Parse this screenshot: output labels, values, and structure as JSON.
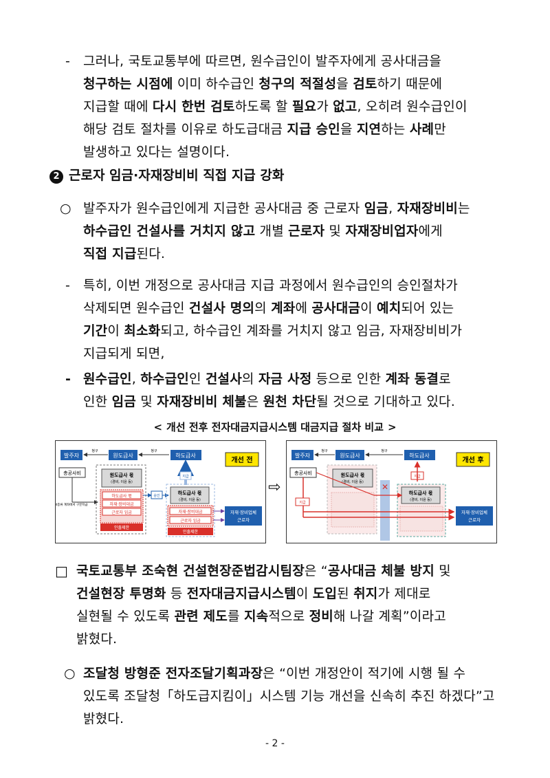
{
  "paragraphs": [
    {
      "marker": "-",
      "lines": [
        [
          {
            "t": "그러나, 국토교통부에 따르면, 원수급인이 발주자에게 공사대금을"
          }
        ],
        [
          {
            "t": "청구하는 시점에",
            "b": 1
          },
          {
            "t": " 이미 하수급인 "
          },
          {
            "t": "청구의 적절성",
            "b": 1
          },
          {
            "t": "을 "
          },
          {
            "t": "검토",
            "b": 1
          },
          {
            "t": "하기 때문에"
          }
        ],
        [
          {
            "t": "지급할 때에 "
          },
          {
            "t": "다시 한번 검토",
            "b": 1
          },
          {
            "t": "하도록 할 "
          },
          {
            "t": "필요",
            "b": 1
          },
          {
            "t": "가 "
          },
          {
            "t": "없고",
            "b": 1
          },
          {
            "t": ", 오히려 원수급인이"
          }
        ],
        [
          {
            "t": "해당 검토 절차를 이유로 하도급대금 "
          },
          {
            "t": "지급 승인",
            "b": 1
          },
          {
            "t": "을 "
          },
          {
            "t": "지연",
            "b": 1
          },
          {
            "t": "하는 "
          },
          {
            "t": "사례",
            "b": 1
          },
          {
            "t": "만"
          }
        ],
        [
          {
            "t": "발생하고 있다는 설명이다."
          }
        ]
      ]
    },
    {
      "marker": "○",
      "lines": [
        [
          {
            "t": "발주자가 원수급인에게 지급한 공사대금 중 근로자 "
          },
          {
            "t": "임금",
            "b": 1
          },
          {
            "t": ", "
          },
          {
            "t": "자재장비비",
            "b": 1
          },
          {
            "t": "는"
          }
        ],
        [
          {
            "t": "하수급인 건설사를 거치지 않고",
            "b": 1
          },
          {
            "t": " 개별 "
          },
          {
            "t": "근로자",
            "b": 1
          },
          {
            "t": " 및 "
          },
          {
            "t": "자재장비업자",
            "b": 1
          },
          {
            "t": "에게"
          }
        ],
        [
          {
            "t": "직접 지급",
            "b": 1
          },
          {
            "t": "된다."
          }
        ]
      ]
    },
    {
      "marker": "-",
      "lines": [
        [
          {
            "t": "특히, 이번 개정으로 공사대금 지급 과정에서 원수급인의 승인절차가"
          }
        ],
        [
          {
            "t": "삭제되면 원수급인 "
          },
          {
            "t": "건설사 명의",
            "b": 1
          },
          {
            "t": "의 "
          },
          {
            "t": "계좌",
            "b": 1
          },
          {
            "t": "에 "
          },
          {
            "t": "공사대금",
            "b": 1
          },
          {
            "t": "이 "
          },
          {
            "t": "예치",
            "b": 1
          },
          {
            "t": "되어 있는"
          }
        ],
        [
          {
            "t": "기간",
            "b": 1
          },
          {
            "t": "이 "
          },
          {
            "t": "최소화",
            "b": 1
          },
          {
            "t": "되고, 하수급인 계좌를 거치지 않고 임금, 자재장비비가"
          }
        ],
        [
          {
            "t": "지급되게 되면,"
          }
        ]
      ]
    },
    {
      "marker": "-",
      "lines": [
        [
          {
            "t": "원수급인",
            "b": 1
          },
          {
            "t": ", "
          },
          {
            "t": "하수급인",
            "b": 1
          },
          {
            "t": "인 "
          },
          {
            "t": "건설사",
            "b": 1
          },
          {
            "t": "의 "
          },
          {
            "t": "자금 사정",
            "b": 1
          },
          {
            "t": " 등으로 인한 "
          },
          {
            "t": "계좌 동결",
            "b": 1
          },
          {
            "t": "로"
          }
        ],
        [
          {
            "t": "인한 "
          },
          {
            "t": "임금",
            "b": 1
          },
          {
            "t": " 및 "
          },
          {
            "t": "자재장비비 체불",
            "b": 1
          },
          {
            "t": "은 "
          },
          {
            "t": "원천 차단",
            "b": 1
          },
          {
            "t": "될 것으로 기대하고 있다."
          }
        ]
      ]
    },
    {
      "marker": "□",
      "lines": [
        [
          {
            "t": "국토교통부 조숙현 건설현장준법감시팀장",
            "b": 1
          },
          {
            "t": "은 “"
          },
          {
            "t": "공사대금 체불 방지",
            "b": 1
          },
          {
            "t": " 및"
          }
        ],
        [
          {
            "t": "건설현장 투명화",
            "b": 1
          },
          {
            "t": " 등 "
          },
          {
            "t": "전자대금지급시스템",
            "b": 1
          },
          {
            "t": "이 "
          },
          {
            "t": "도입",
            "b": 1
          },
          {
            "t": "된 "
          },
          {
            "t": "취지",
            "b": 1
          },
          {
            "t": "가 제대로"
          }
        ],
        [
          {
            "t": "실현될 수 있도록 "
          },
          {
            "t": "관련 제도",
            "b": 1
          },
          {
            "t": "를 "
          },
          {
            "t": "지속",
            "b": 1
          },
          {
            "t": "적으로 "
          },
          {
            "t": "정비",
            "b": 1
          },
          {
            "t": "해 나갈 계획”이라고"
          }
        ],
        [
          {
            "t": "밝혔다."
          }
        ]
      ]
    },
    {
      "marker": "○",
      "lines": [
        [
          {
            "t": "조달청 방형준 전자조달기획과장",
            "b": 1
          },
          {
            "t": "은 “이번 개정안이 적기에 시행 될 수"
          }
        ],
        [
          {
            "t": "있도록 조달청「하도급지킴이」시스템 기능 개선을 신속히 추진 하겠다”고"
          }
        ],
        [
          {
            "t": "밝혔다."
          }
        ]
      ]
    }
  ],
  "section": {
    "number": "2",
    "title": "근로자 임금·자재장비비 직접 지급 강화"
  },
  "figure": {
    "title_open": "<",
    "title": "개선 전후 전자대금지급시스템 대금지급 절차 비교",
    "title_close": ">",
    "before": {
      "tag": "개선 전",
      "owner": "발주자",
      "prime": "원도급사",
      "sub": "하도급사",
      "claim1": "청구",
      "claim2": "청구",
      "common": "총공사비",
      "prime_etc": "원도급사 몫",
      "prime_etc_sub": "(경비, 이윤 등)",
      "sub_etc_box": "하도급사 몫",
      "equip_box": "자재·장비대금",
      "wage_box": "근로자 임금",
      "withdraw1": "인출제한",
      "approve": "승인",
      "pay": "지급",
      "sub_etc": "하도급사 몫",
      "sub_etc_sub": "(경비, 이윤 등)",
      "equip2": "자재·장비대금",
      "wage2": "근로자 임금",
      "withdraw2": "인출제한",
      "supplier": "자재·장비업체",
      "worker": "근로자",
      "side_note": "4종류 계좌에서 구분지급"
    },
    "after": {
      "tag": "개선 후",
      "owner": "발주자",
      "prime": "원도급사",
      "sub": "하도급사",
      "claim1": "청구",
      "claim2": "청구",
      "common": "총공사비",
      "prime_etc": "원도급사 몫",
      "prime_etc_sub": "(경비, 이윤 등)",
      "pay1": "지급",
      "pay2": "지급",
      "sub_etc": "하도급사 몫",
      "sub_etc_sub": "(경비, 이윤 등)",
      "supplier": "자재·장비업체",
      "worker": "근로자"
    },
    "arrow": "⇨",
    "colors": {
      "blue": "#1f5fae",
      "red": "#d9302a",
      "pink": "#f6d7d5",
      "gray": "#d9d9d9",
      "yellow": "#ffe600",
      "lightblue": "#9cb9e0"
    }
  },
  "page_number": "- 2 -"
}
